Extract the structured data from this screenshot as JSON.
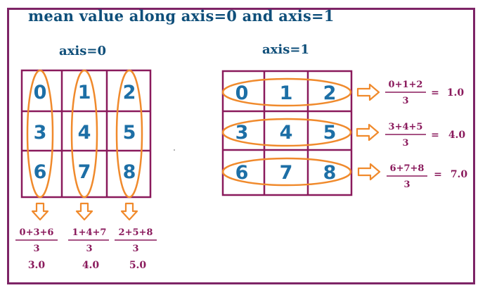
{
  "title": "mean value along axis=0 and axis=1",
  "left": {
    "label": "axis=0",
    "matrix": [
      [
        "0",
        "1",
        "2"
      ],
      [
        "3",
        "4",
        "5"
      ],
      [
        "6",
        "7",
        "8"
      ]
    ],
    "sums": [
      {
        "numerator": "0+3+6",
        "denominator": "3",
        "result": "3.0"
      },
      {
        "numerator": "1+4+7",
        "denominator": "3",
        "result": "4.0"
      },
      {
        "numerator": "2+5+8",
        "denominator": "3",
        "result": "5.0"
      }
    ]
  },
  "right": {
    "label": "axis=1",
    "matrix": [
      [
        "0",
        "1",
        "2"
      ],
      [
        "3",
        "4",
        "5"
      ],
      [
        "6",
        "7",
        "8"
      ]
    ],
    "sums": [
      {
        "numerator": "0+1+2",
        "denominator": "3",
        "equals": "=",
        "result": "1.0"
      },
      {
        "numerator": "3+4+5",
        "denominator": "3",
        "equals": "=",
        "result": "4.0"
      },
      {
        "numerator": "6+7+8",
        "denominator": "3",
        "equals": "=",
        "result": "7.0"
      }
    ]
  },
  "colors": {
    "frame": "#7d2466",
    "grid": "#8a1a5c",
    "numbers": "#1d6fa6",
    "heading": "#0f4f7a",
    "ellipse": "#f08a2c",
    "formula": "#8a1a5c"
  }
}
